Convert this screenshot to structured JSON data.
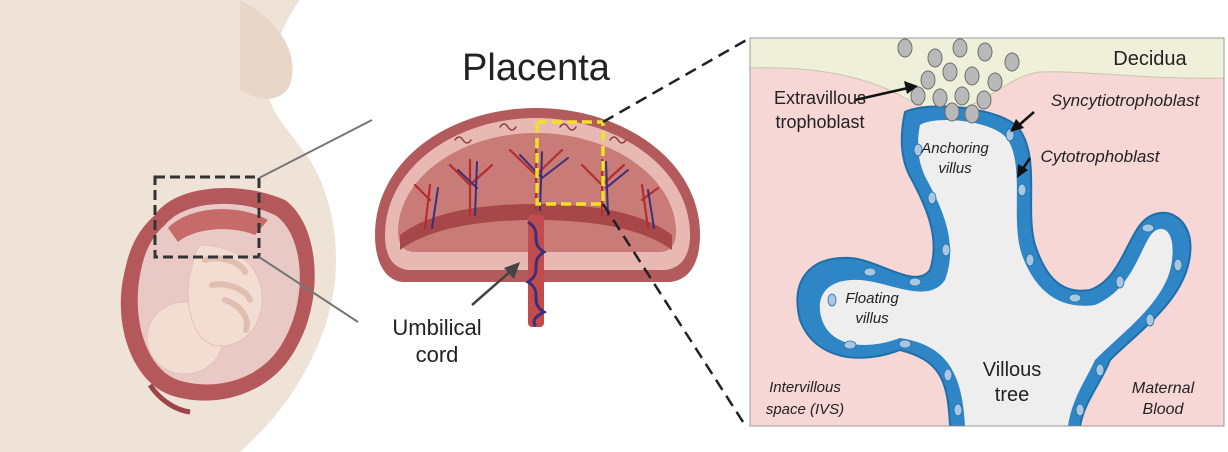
{
  "title": "Placenta",
  "labels": {
    "umbilical_cord": [
      "Umbilical",
      "cord"
    ],
    "decidua": "Decidua",
    "extravillous": [
      "Extravillous",
      "trophoblast"
    ],
    "syncytio": "Syncytiotrophoblast",
    "cyto": "Cytotrophoblast",
    "anchoring": [
      "Anchoring",
      "villus"
    ],
    "floating": [
      "Floating",
      "villus"
    ],
    "villous_tree": [
      "Villous",
      "tree"
    ],
    "ivs": [
      "Intervillous",
      "space (IVS)"
    ],
    "maternal": [
      "Maternal",
      "Blood"
    ]
  },
  "colors": {
    "skin": "#efe2d6",
    "uterus": "#b5585b",
    "placenta_tissue": "#c97b78",
    "maternal_blood_bg": "#f7d6d6",
    "decidua": "#eff0da",
    "syncytio_blue": "#2f86c6",
    "highlight_yellow": "#f2e027",
    "artery": "#b52d2d",
    "vein": "#3b2f7a"
  }
}
